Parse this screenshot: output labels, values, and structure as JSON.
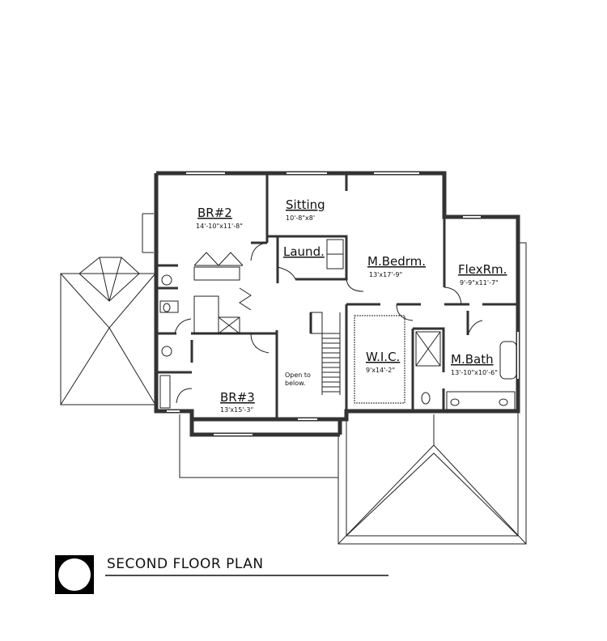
{
  "plan": {
    "title": "SECOND FLOOR PLAN",
    "rooms": [
      {
        "id": "br2",
        "name": "BR#2",
        "dims": "14'-10\"x11'-8\""
      },
      {
        "id": "sitting",
        "name": "Sitting",
        "dims": "10'-8\"x8'"
      },
      {
        "id": "laund",
        "name": "Laund.",
        "dims": ""
      },
      {
        "id": "mbedrm",
        "name": "M.Bedrm.",
        "dims": "13'x17'-9\""
      },
      {
        "id": "flexrm",
        "name": "FlexRm.",
        "dims": "9'-9\"x11'-7\""
      },
      {
        "id": "wic",
        "name": "W.I.C.",
        "dims": "9'x14'-2\""
      },
      {
        "id": "mbath",
        "name": "M.Bath",
        "dims": "13'-10\"x10'-6\""
      },
      {
        "id": "br3",
        "name": "BR#3",
        "dims": "13'x15'-3\""
      }
    ],
    "note_line1": "Open to",
    "note_line2": "below."
  },
  "colors": {
    "wall": "#333333",
    "line": "#222222",
    "paper": "#ffffff"
  }
}
